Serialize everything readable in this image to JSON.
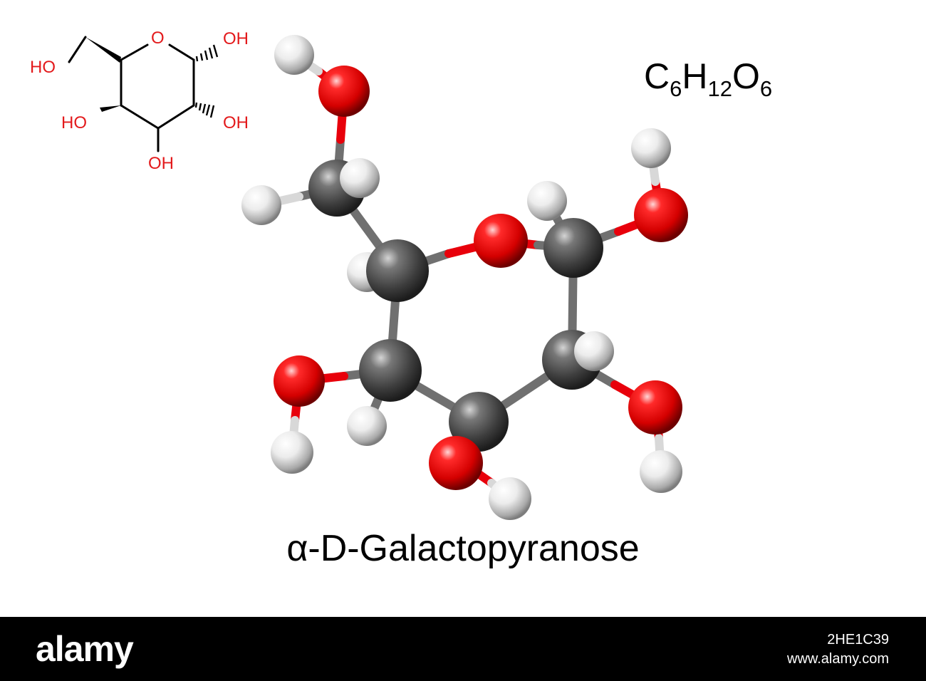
{
  "skeletal_formula": {
    "labels": {
      "ring_o": "O",
      "oh_c1": "OH",
      "ho_c6": "HO",
      "ho_c4": "HO",
      "oh_c2": "OH",
      "oh_c3": "OH"
    }
  },
  "molecular_formula": {
    "c": "C",
    "c_count": "6",
    "h": "H",
    "h_count": "12",
    "o": "O",
    "o_count": "6"
  },
  "compound_name": "α-D-Galactopyranose",
  "colors": {
    "carbon": "#4a4a4a",
    "oxygen": "#e8000b",
    "hydrogen": "#e6e6e6",
    "bond_grey": "#6e6e6e",
    "label_red": "#e31a1c",
    "footer": "#000000"
  },
  "footer": {
    "brand": "alamy",
    "image_id": "2HE1C39",
    "site": "www.alamy.com"
  }
}
